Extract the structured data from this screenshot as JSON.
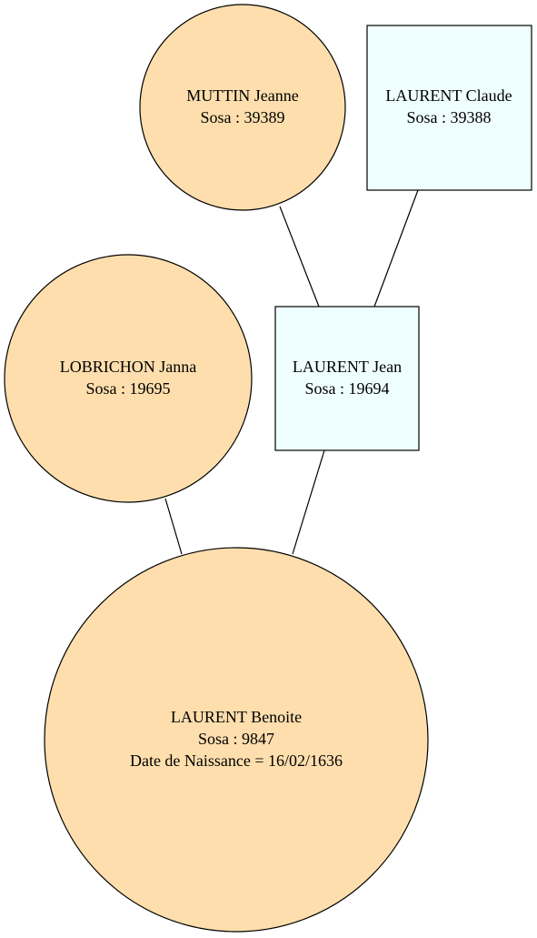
{
  "colors": {
    "female_fill": "#FEDEAD",
    "male_fill": "#EFFFFF",
    "stroke": "#000000",
    "background": "#FFFFFF"
  },
  "people": {
    "muttin_jeanne": {
      "shape": "circle",
      "sex": "female",
      "lines": [
        "MUTTIN Jeanne",
        "Sosa : 39389"
      ]
    },
    "laurent_claude": {
      "shape": "box",
      "sex": "male",
      "lines": [
        "LAURENT Claude",
        "Sosa : 39388"
      ]
    },
    "lobrichon_janna": {
      "shape": "circle",
      "sex": "female",
      "lines": [
        "LOBRICHON Janna",
        "Sosa : 19695"
      ]
    },
    "laurent_jean": {
      "shape": "box",
      "sex": "male",
      "lines": [
        "LAURENT Jean",
        "Sosa : 19694"
      ]
    },
    "laurent_benoite": {
      "shape": "circle",
      "sex": "female",
      "lines": [
        "LAURENT Benoite",
        "Sosa : 9847",
        "Date de Naissance = 16/02/1636"
      ]
    }
  },
  "links": [
    {
      "parent": "muttin_jeanne",
      "child": "laurent_jean"
    },
    {
      "parent": "laurent_claude",
      "child": "laurent_jean"
    },
    {
      "parent": "lobrichon_janna",
      "child": "laurent_benoite"
    },
    {
      "parent": "laurent_jean",
      "child": "laurent_benoite"
    }
  ]
}
